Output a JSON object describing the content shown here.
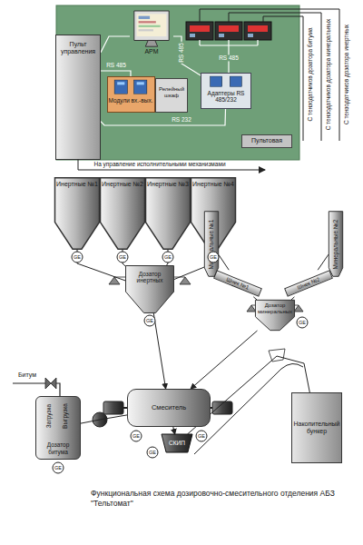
{
  "diagram": {
    "caption": "Функциональная схема дозировочно-смесительного отделения АБЗ \"Тельтомат\"",
    "nodes": [
      {
        "text": [
          "Пульт управления"
        ]
      },
      {
        "text": [
          "АРМ"
        ]
      },
      {
        "text": [
          "Модули вх.-вых."
        ]
      },
      {
        "text": [
          "Релейный шкаф"
        ]
      },
      {
        "text": [
          "Адаптеры RS 485/232"
        ]
      },
      {
        "text": [
          "Пультовая"
        ]
      },
      {
        "text": [
          "Инертные №1"
        ]
      },
      {
        "text": [
          "Инертные №2"
        ]
      },
      {
        "text": [
          "Инертные №3"
        ]
      },
      {
        "text": [
          "Инертные №4"
        ]
      },
      {
        "text": [
          "Дозатор инертных"
        ]
      },
      {
        "text": [
          "Минеральные №1"
        ]
      },
      {
        "text": [
          "Минеральные №2"
        ]
      },
      {
        "text": [
          "Шнек №1"
        ]
      },
      {
        "text": [
          "Шнек №2"
        ]
      },
      {
        "text": [
          "Дозатор минеральных"
        ]
      },
      {
        "text": [
          "Дозатор битума"
        ]
      },
      {
        "text": [
          "Смеситель"
        ]
      },
      {
        "text": [
          "СКИП"
        ]
      },
      {
        "text": [
          "Накопительный бункер"
        ]
      }
    ],
    "edges": [
      {
        "from": 2,
        "to": 0,
        "arrow": "none"
      },
      {
        "from": 1,
        "to": 0,
        "arrow": "none"
      },
      {
        "from": 1,
        "to": 4,
        "arrow": "none"
      },
      {
        "from": 4,
        "to": 0,
        "arrow": "none"
      },
      {
        "from": 6,
        "to": 10,
        "arrow": "none"
      },
      {
        "from": 7,
        "to": 10,
        "arrow": "none"
      },
      {
        "from": 8,
        "to": 10,
        "arrow": "none"
      },
      {
        "from": 9,
        "to": 10,
        "arrow": "none"
      },
      {
        "from": 11,
        "to": 13,
        "arrow": "none"
      },
      {
        "from": 13,
        "to": 15,
        "arrow": "none"
      },
      {
        "from": 12,
        "to": 14,
        "arrow": "none"
      },
      {
        "from": 14,
        "to": 15,
        "arrow": "none"
      },
      {
        "from": 10,
        "to": 17,
        "arrow": "to"
      },
      {
        "from": 15,
        "to": 17,
        "arrow": "to"
      },
      {
        "from": 16,
        "to": 17,
        "arrow": "none"
      },
      {
        "from": 17,
        "to": 18,
        "arrow": "to"
      },
      {
        "from": 18,
        "to": 19,
        "arrow": "none"
      }
    ],
    "labels": [
      "RS 485",
      "RS 485",
      "RS 485",
      "RS 232",
      "С тензодатчиков дозатора битума",
      "С тензодатчиков дозатора минеральных",
      "С тензодатчиков дозатора инертных",
      "На управление исполнительными механизмами",
      "GE",
      "GE",
      "GE",
      "GE",
      "GE",
      "GE",
      "GE",
      "GE",
      "GE",
      "GE",
      "Битум",
      "Загрузка",
      "Выгрузка"
    ]
  }
}
